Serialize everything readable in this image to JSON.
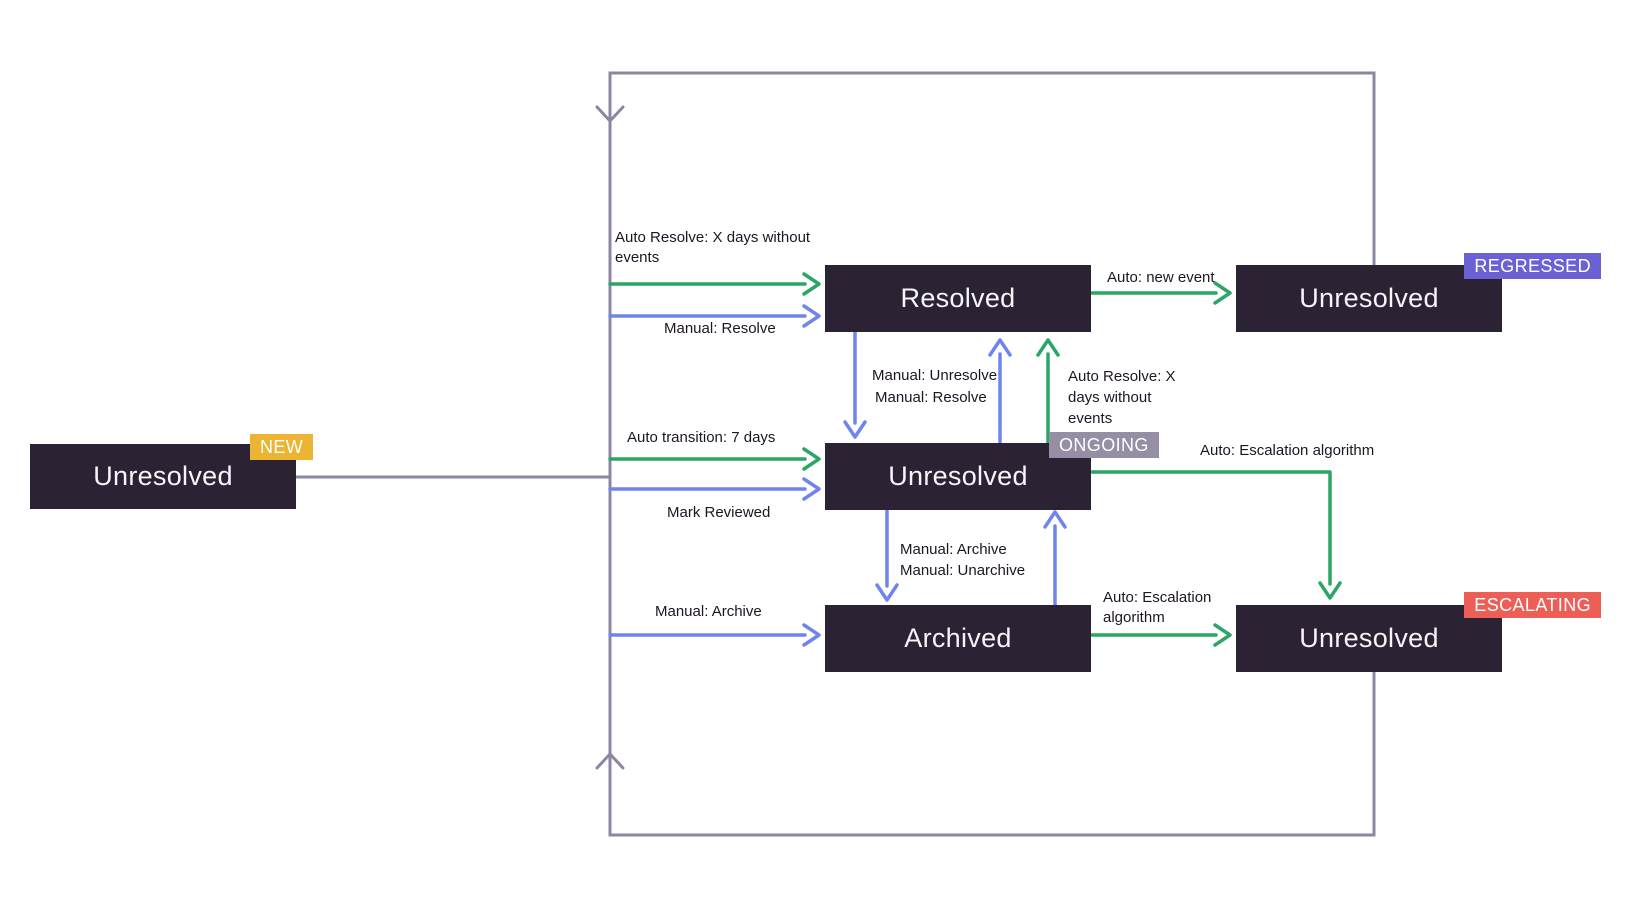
{
  "colors": {
    "state_bg": "#2B2233",
    "state_text": "#F6F5FA",
    "auto_transition": "#2BA664",
    "manual_transition": "#6F85EC",
    "loop_line": "#8D85A2",
    "label_text": "#1E1523",
    "badge_new": "#EBB432",
    "badge_regressed": "#6C61D4",
    "badge_ongoing": "#968EA5",
    "badge_escalating": "#ED5E57"
  },
  "states": {
    "new": {
      "label": "Unresolved",
      "badge": "NEW"
    },
    "resolved": {
      "label": "Resolved"
    },
    "regressed": {
      "label": "Unresolved",
      "badge": "REGRESSED"
    },
    "ongoing": {
      "label": "Unresolved",
      "badge": "ONGOING"
    },
    "archived": {
      "label": "Archived"
    },
    "escalating": {
      "label": "Unresolved",
      "badge": "ESCALATING"
    }
  },
  "edges": {
    "auto_resolve_to_resolved": "Auto Resolve: X days without events",
    "manual_resolve_to_resolved": "Manual: Resolve",
    "auto_new_event": "Auto: new event",
    "manual_unresolve": "Manual: Unresolve",
    "manual_resolve": "Manual: Resolve",
    "auto_resolve_from_ongoing": "Auto Resolve: X days without events",
    "auto_transition_7_days": "Auto transition: 7 days",
    "mark_reviewed": "Mark Reviewed",
    "auto_escalation_from_ongoing": "Auto: Escalation algorithm",
    "manual_archive": "Manual: Archive",
    "manual_unarchive": "Manual: Unarchive",
    "manual_archive_from_bus": "Manual: Archive",
    "auto_escalation_from_archived": "Auto: Escalation algorithm"
  }
}
